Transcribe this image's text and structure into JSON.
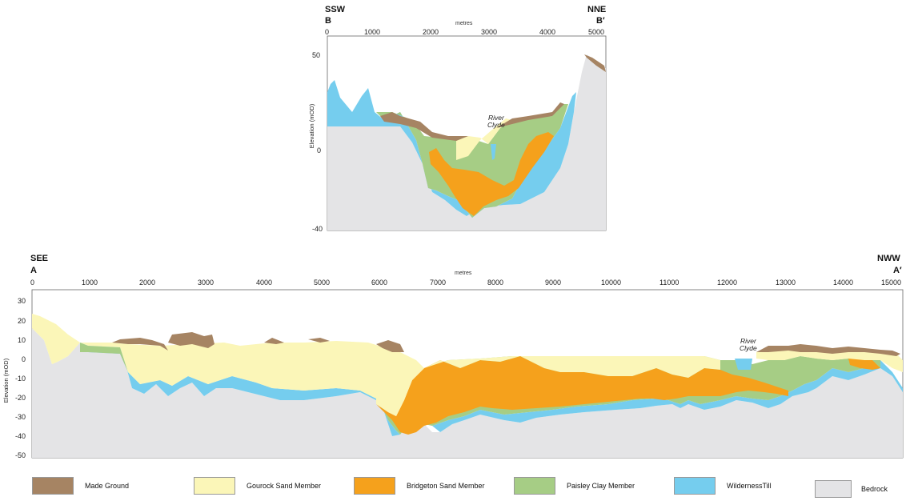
{
  "colors": {
    "made_ground": "#a68463",
    "gourock_sand": "#fbf6b8",
    "bridgeton_sand": "#f5a11c",
    "paisley_clay": "#a6cd85",
    "wilderness_till": "#75cdee",
    "bedrock": "#e4e4e6"
  },
  "section_b": {
    "dir_left": "SSW",
    "dir_right": "NNE",
    "label_left": "B",
    "label_right": "B′",
    "units": "metres",
    "x_ticks": [
      "0",
      "1000",
      "2000",
      "3000",
      "4000",
      "5000"
    ],
    "y_ticks": [
      "50",
      "0",
      "-40"
    ],
    "y_label": "Elevation (mOD)",
    "river_line1": "River",
    "river_line2": "Clyde"
  },
  "section_a": {
    "dir_left": "SEE",
    "dir_right": "NWW",
    "label_left": "A",
    "label_right": "A′",
    "units": "metres",
    "x_ticks": [
      "0",
      "1000",
      "2000",
      "3000",
      "4000",
      "5000",
      "6000",
      "7000",
      "8000",
      "9000",
      "10000",
      "11000",
      "12000",
      "13000",
      "14000",
      "15000"
    ],
    "y_ticks": [
      "30",
      "20",
      "10",
      "0",
      "-10",
      "-20",
      "-30",
      "-40",
      "-50"
    ],
    "y_label": "Elevation (mOD)",
    "river_line1": "River",
    "river_line2": "Clyde"
  },
  "legend": [
    {
      "label": "Made Ground",
      "color": "#a68463"
    },
    {
      "label": "Gourock Sand Member",
      "color": "#fbf6b8"
    },
    {
      "label": "Bridgeton Sand Member",
      "color": "#f5a11c"
    },
    {
      "label": "Paisley Clay Member",
      "color": "#a6cd85"
    },
    {
      "label": "WildernessTill",
      "color": "#75cdee"
    },
    {
      "label": "Bedrock",
      "color": "#e4e4e6"
    }
  ]
}
